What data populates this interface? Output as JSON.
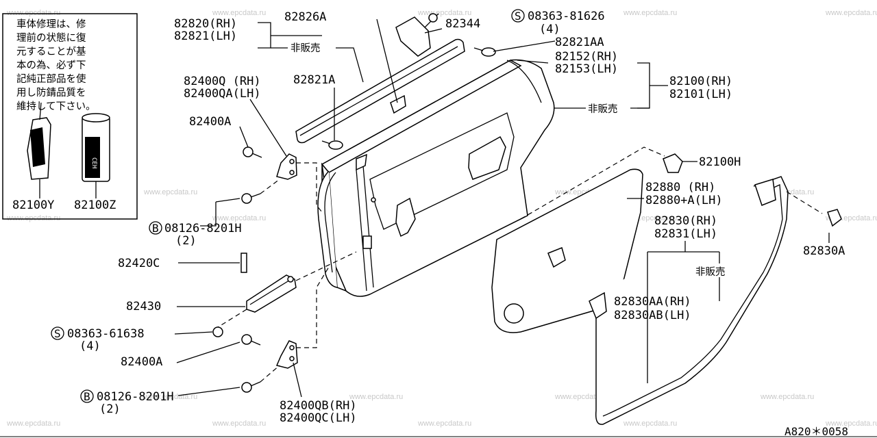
{
  "diagram": {
    "note_lines": [
      "車体修理は、修",
      "理前の状態に復",
      "元することが基",
      "本の為、必ず下",
      "記純正部品を使",
      "用し防錆品質を",
      "維持して下さい。"
    ],
    "watermark": "www.epcdata.ru",
    "footer_code": "A820＊0058",
    "labels": {
      "l82100Y": "82100Y",
      "l82100Z": "82100Z",
      "l82820": "82820(RH)",
      "l82821": "82821(LH)",
      "l82826A": "82826A",
      "lHihanbai1": "非販売",
      "l82344": "82344",
      "l08363_81626": "08363-81626",
      "l08363_81626_qty": "(4)",
      "l82821AA": "82821AA",
      "l82152": "82152(RH)",
      "l82153": "82153(LH)",
      "l82100RH": "82100(RH)",
      "l82101LH": "82101(LH)",
      "lHihanbai2": "非販売",
      "l82400Q": "82400Q (RH)",
      "l82400QA": "82400QA(LH)",
      "l82821A": "82821A",
      "l82400A_1": "82400A",
      "l82100H": "82100H",
      "l08126_1": "08126-8201H",
      "l08126_1_qty": "(2)",
      "l82880": "82880  (RH)",
      "l82880A": "82880+A(LH)",
      "l82830": "82830(RH)",
      "l82831": "82831(LH)",
      "l82830A": "82830A",
      "l82420C": "82420C",
      "lHihanbai3": "非販売",
      "l82430": "82430",
      "l82830AA": "82830AA(RH)",
      "l82830AB": "82830AB(LH)",
      "l08363_61638": "08363-61638",
      "l08363_61638_qty": "(4)",
      "l82400A_2": "82400A",
      "l08126_2": "08126-8201H",
      "l08126_2_qty": "(2)",
      "l82400QB": "82400QB(RH)",
      "l82400QC": "82400QC(LH)"
    },
    "circle_marks": {
      "s1": "S",
      "b1": "B",
      "s2": "S",
      "b2": "B"
    },
    "tube_text": "CEH"
  }
}
